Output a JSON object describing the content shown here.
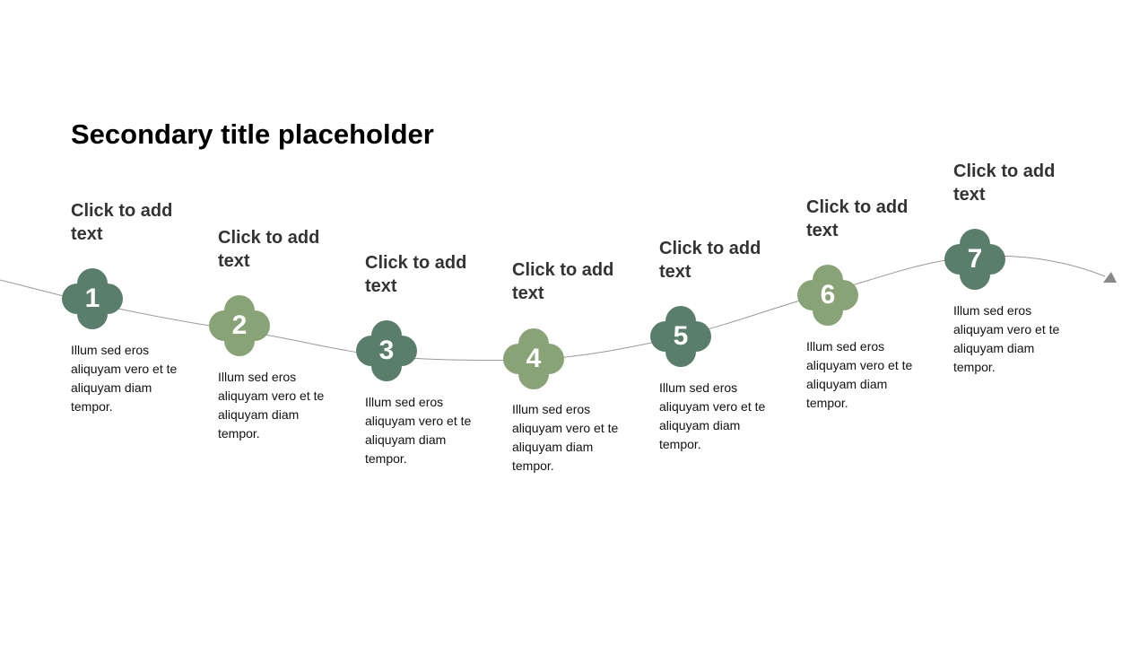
{
  "title": "Secondary title placeholder",
  "colors": {
    "dark": "#5a7e6c",
    "light": "#88a476",
    "line": "#999999"
  },
  "steps": [
    {
      "number": "1",
      "heading": "Click to add text",
      "body": "Illum sed eros aliquyam vero et te aliquyam diam tempor.",
      "tone": "dark"
    },
    {
      "number": "2",
      "heading": "Click to add text",
      "body": "Illum sed eros aliquyam vero et te aliquyam diam tempor.",
      "tone": "light"
    },
    {
      "number": "3",
      "heading": "Click to add text",
      "body": "Illum sed eros aliquyam vero et te aliquyam diam tempor.",
      "tone": "dark"
    },
    {
      "number": "4",
      "heading": "Click to add text",
      "body": "Illum sed eros aliquyam vero et te aliquyam diam tempor.",
      "tone": "light"
    },
    {
      "number": "5",
      "heading": "Click to add text",
      "body": "Illum sed eros aliquyam vero et te aliquyam diam tempor.",
      "tone": "dark"
    },
    {
      "number": "6",
      "heading": "Click to add text",
      "body": "Illum sed eros aliquyam vero et te aliquyam diam tempor.",
      "tone": "light"
    },
    {
      "number": "7",
      "heading": "Click to add text",
      "body": "Illum sed eros aliquyam vero et te aliquyam diam tempor.",
      "tone": "dark"
    }
  ]
}
